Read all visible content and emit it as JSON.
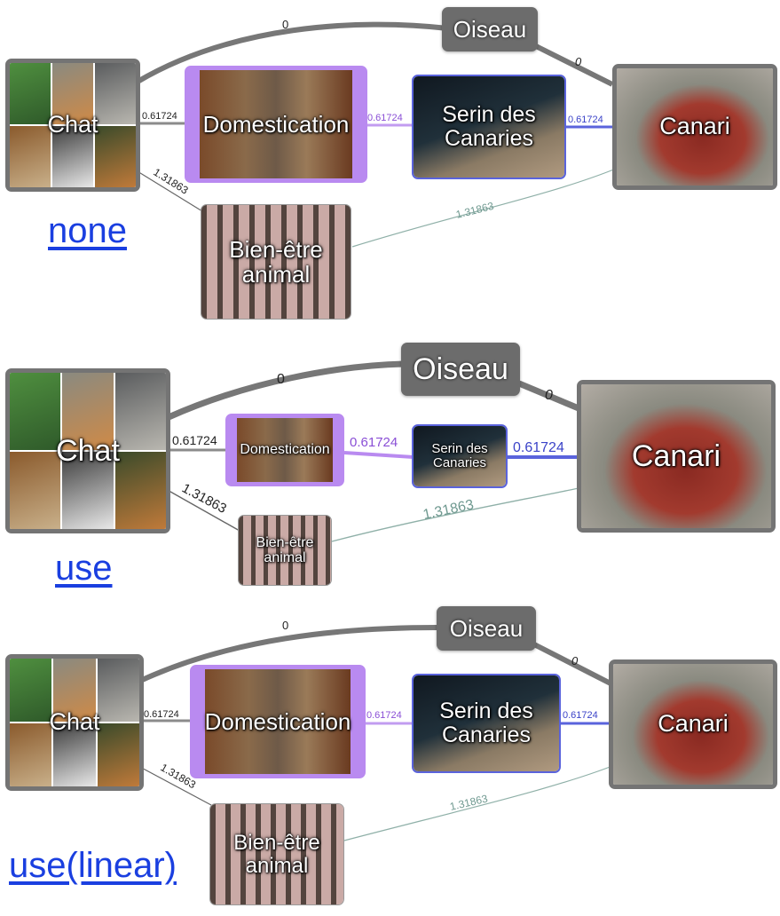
{
  "nodes": {
    "chat": "Chat",
    "domestication": "Domestication",
    "serin": "Serin des Canaries",
    "canari": "Canari",
    "oiseau": "Oiseau",
    "bienetre": "Bien-être animal"
  },
  "edge_weights": {
    "chat_oiseau": "0",
    "oiseau_canari": "0",
    "chat_domestication": "0.61724",
    "domestication_serin": "0.61724",
    "serin_canari": "0.61724",
    "chat_bienetre": "1.31863",
    "bienetre_canari": "1.31863"
  },
  "modes": [
    "none",
    "use",
    "use(linear)"
  ],
  "colors": {
    "gray_border": "#747474",
    "purple": "#b07ee6",
    "blue": "#4b55d6",
    "teal": "#7ea39a",
    "link": "#1a3fe0"
  }
}
